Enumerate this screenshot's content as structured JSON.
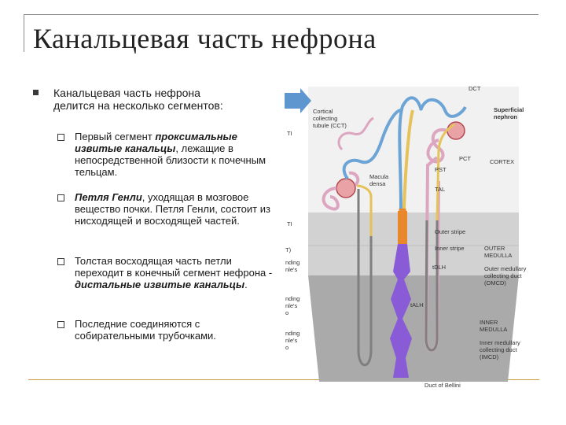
{
  "slide": {
    "title": "Канальцевая часть нефрона",
    "intro_line1": "Канальцевая часть нефрона",
    "intro_line2": "делится на несколько сегментов:",
    "bullets": [
      {
        "pre": "Первый сегмент ",
        "em": "проксимальные извитые канальцы",
        "post": ", лежащие в непосредственной близости к почечным тельцам."
      },
      {
        "pre": "",
        "em": "Петля Генли",
        "post": ", уходящая в мозговое вещество почки. Петля Генли, состоит из нисходящей и восходящей частей."
      },
      {
        "pre": "Толстая восходящая часть петли переходит в конечный сегмент нефрона - ",
        "em": "дистальные извитые канальцы",
        "post": "."
      },
      {
        "pre": "Последние соединяются с собирательными трубочками.",
        "em": "",
        "post": ""
      }
    ]
  },
  "diagram": {
    "labels": {
      "dct": "DCT",
      "superficial": "Superficial",
      "nephron": "nephron",
      "cortical1": "Cortical",
      "cortical2": "collecting",
      "cortical3": "tubule (CCT)",
      "pct": "PCT",
      "cortex": "CORTEX",
      "pst": "PST",
      "macula1": "Macula",
      "macula2": "densa",
      "tal": "TAL",
      "outer_stripe": "Outer stripe",
      "inner_stripe": "Inner stripe",
      "outer_med1": "OUTER",
      "outer_med2": "MEDULLA",
      "omcd1": "Outer medullary",
      "omcd2": "collecting duct",
      "omcd3": "(OMCD)",
      "tdlh": "tDLH",
      "talh": "tALH",
      "inner_med1": "INNER",
      "inner_med2": "MEDULLA",
      "imcd1": "Inner medullary",
      "imcd2": "collecting duct",
      "imcd3": "(IMCD)",
      "bellini": "Duct of Bellini",
      "left_ti": "TI",
      "left_ti2": "TI",
      "left_ti3": "T)",
      "left_ending1": "nding",
      "left_ending2": "nle's",
      "left_ending3": "nding",
      "left_ending4": "nle's",
      "left_ending5": "nding",
      "left_ending6": "nle's",
      "left_o1": "o",
      "left_o2": "o"
    },
    "colors": {
      "cortex_bg": "#f1f1f1",
      "outer_medulla_bg": "#cfcfcf",
      "inner_medulla_bg": "#a9a9a9",
      "cct_orange": "#e8872c",
      "collecting_purple": "#8a5bd6",
      "pct_pink": "#dca6c0",
      "dct_blue": "#6da4d6",
      "tal_yellow": "#e6c35a",
      "thin_gray": "#7f7f7f",
      "arrow_blue": "#5e97cf"
    }
  }
}
